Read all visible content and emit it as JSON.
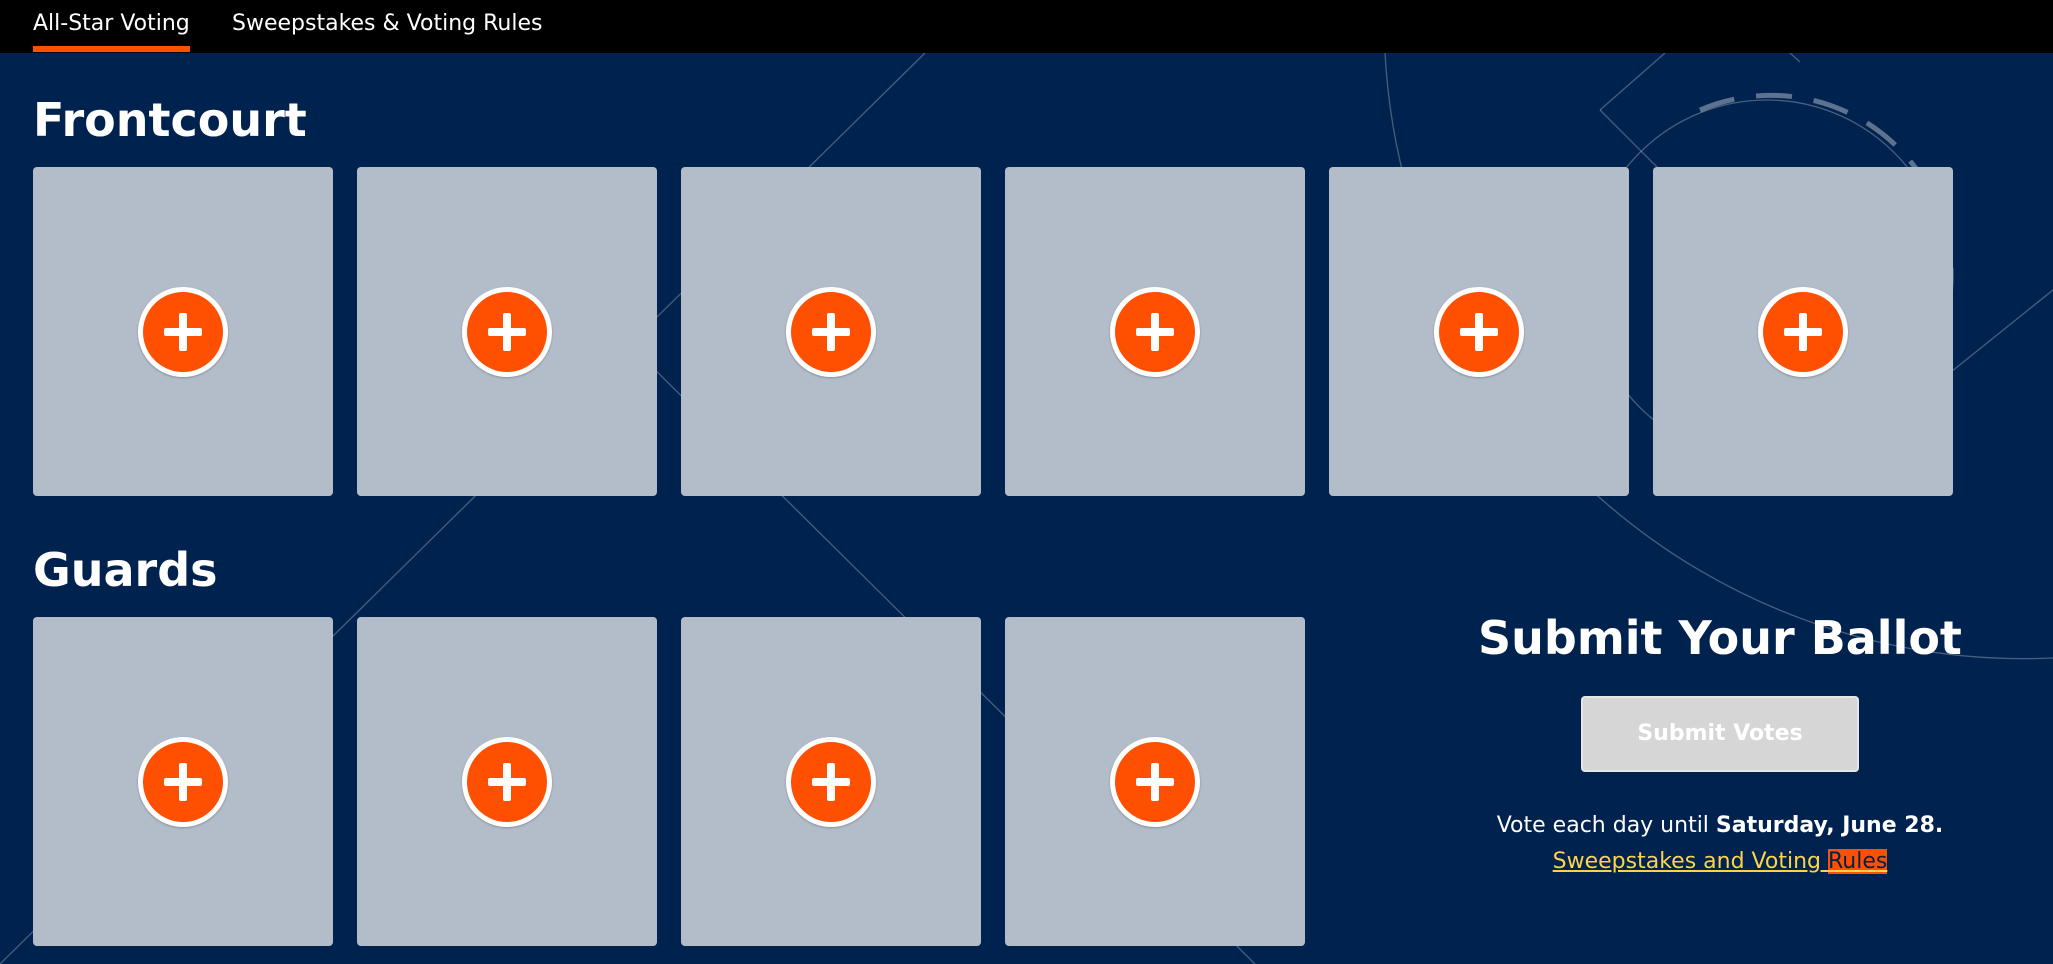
{
  "nav": {
    "tabs": [
      {
        "label": "All-Star Voting",
        "active": true
      },
      {
        "label": "Sweepstakes & Voting Rules",
        "active": false
      }
    ]
  },
  "frontcourt": {
    "title": "Frontcourt",
    "slots": 6
  },
  "guards": {
    "title": "Guards",
    "slots": 4
  },
  "submit": {
    "title": "Submit Your Ballot",
    "button_label": "Submit Votes",
    "button_enabled": false,
    "note_prefix": "Vote each day until ",
    "note_date": "Saturday, June 28.",
    "rules_link_main": "Sweepstakes and Voting ",
    "rules_link_highlight": "Rules"
  },
  "colors": {
    "background": "#00224e",
    "nav_background": "#000000",
    "accent": "#ff4f00",
    "slot": "#b3bdca",
    "link": "#ffd24a"
  },
  "icons": {
    "add_player": "plus-circle-icon"
  }
}
